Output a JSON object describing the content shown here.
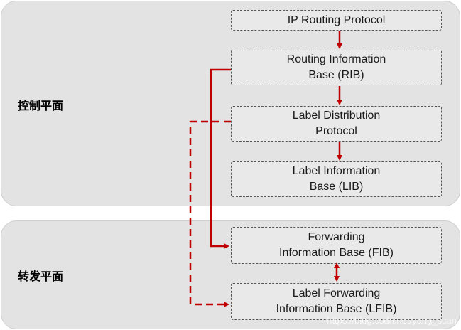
{
  "planes": {
    "control": "控制平面",
    "forwarding": "转发平面"
  },
  "boxes": {
    "ip_routing": "IP Routing Protocol",
    "rib": "Routing Information\nBase (RIB)",
    "ldp": "Label Distribution\nProtocol",
    "lib": "Label Information\nBase (LIB)",
    "fib": "Forwarding\nInformation Base (FIB)",
    "lfib": "Label Forwarding\nInformation Base (LFIB)"
  },
  "watermark": "https://blog.csdn.net/yang_scan",
  "colors": {
    "arrow": "#c00000",
    "plane_background": "#e3e3e3",
    "box_border": "#555555"
  }
}
